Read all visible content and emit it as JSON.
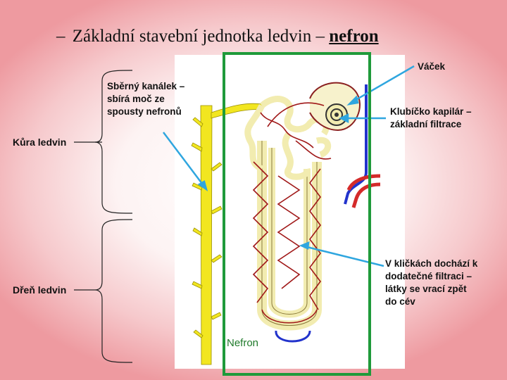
{
  "title": {
    "dash": "–",
    "text": "Základní stavební jednotka ledvin –",
    "emphasis": "nefron"
  },
  "labels": {
    "vacek": "Váček",
    "sberny_line1": "Sběrný kanálek –",
    "sberny_line2": "sbírá moč ze",
    "sberny_line3": "spousty nefronů",
    "klubicko_line1": "Klubíčko kapilár –",
    "klubicko_line2": "základní filtrace",
    "kura": "Kůra ledvin",
    "dren": "Dřeň ledvin",
    "klicky_line1": "V kličkách dochází k",
    "klicky_line2": "dodatečné filtraci –",
    "klicky_line3": "látky se vrací zpět",
    "klicky_line4": "do cév",
    "nefron": "Nefron"
  },
  "colors": {
    "frame": "#1f9a3a",
    "arrow": "#2fa6df",
    "collecting_duct": "#f2e620",
    "tubule": "#f2ecb0",
    "artery": "#d42a2a",
    "vein": "#2233cc",
    "capillary": "#a01818"
  }
}
